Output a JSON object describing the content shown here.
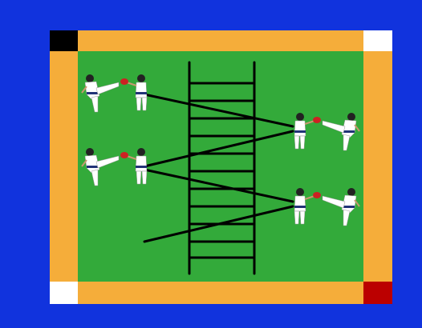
{
  "colors": {
    "background": "#1133dd",
    "border": "#f5ad3a",
    "mat": "#33aa3a",
    "corner_top_left": "#000000",
    "corner_top_right": "#ffffff",
    "corner_bottom_left": "#ffffff",
    "corner_bottom_right": "#bb0000",
    "lines": "#000000",
    "uniform": "#ffffff",
    "belt": "#223377",
    "pad": "#cc2222",
    "hair": "#222222",
    "skin": "#c89a70"
  },
  "figures": {
    "pairs": [
      {
        "name": "pair-top-left",
        "kicker_faces": "right"
      },
      {
        "name": "pair-middle-left",
        "kicker_faces": "right"
      },
      {
        "name": "pair-top-right",
        "kicker_faces": "left"
      },
      {
        "name": "pair-middle-right",
        "kicker_faces": "left"
      }
    ]
  }
}
